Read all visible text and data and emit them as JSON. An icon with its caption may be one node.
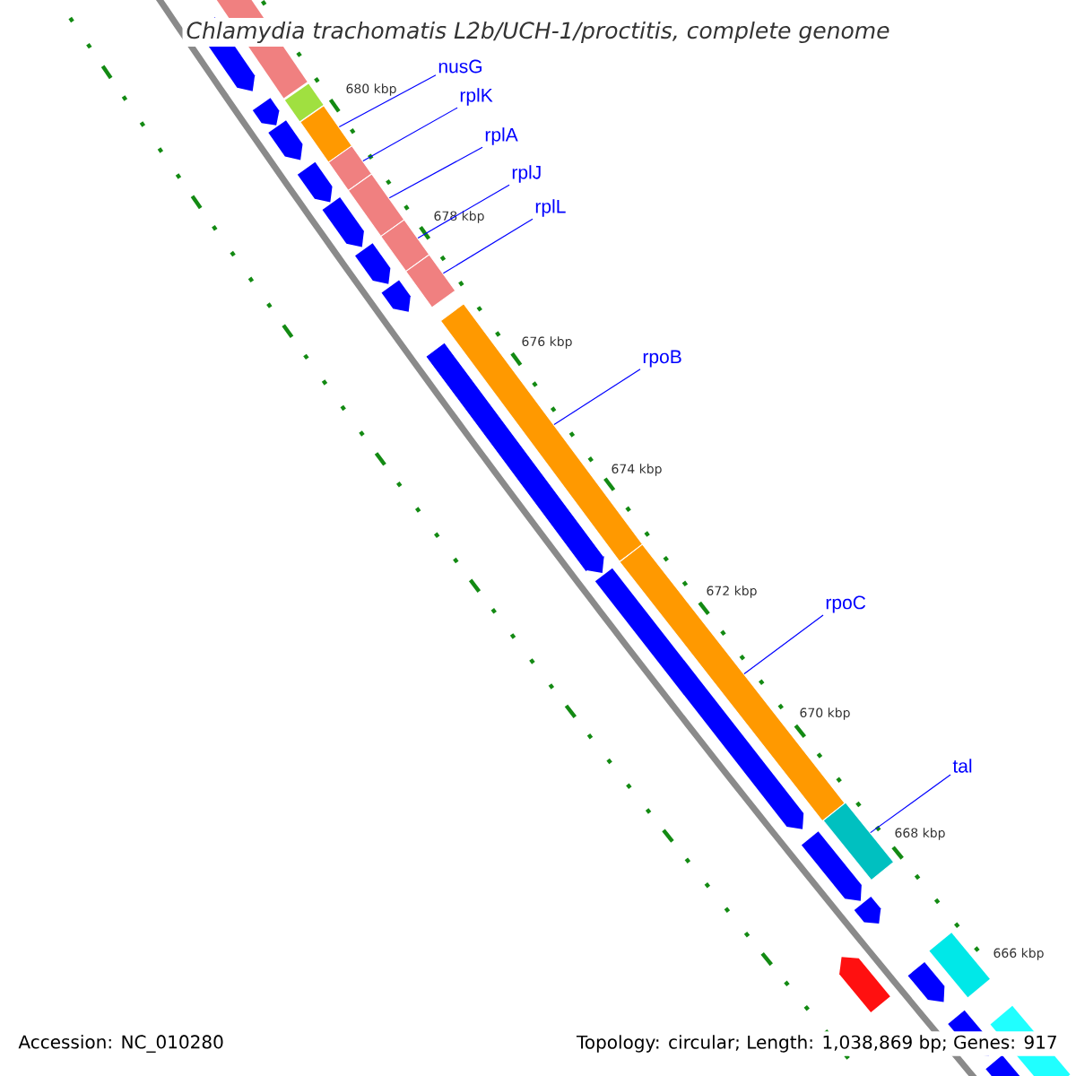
{
  "diagram": {
    "title": "Chlamydia trachomatis L2b/UCH-1/proctitis, complete genome",
    "nodes": [
      {
        "text": [
          "nusG"
        ]
      },
      {
        "text": [
          "rplK"
        ]
      },
      {
        "text": [
          "rplA"
        ]
      },
      {
        "text": [
          "rplJ"
        ]
      },
      {
        "text": [
          "rplL"
        ]
      },
      {
        "text": [
          "rpoB"
        ]
      },
      {
        "text": [
          "rpoC"
        ]
      },
      {
        "text": [
          "tal"
        ]
      },
      {
        "text": [],
        "shape": "bar"
      },
      {
        "text": [],
        "shape": "bar"
      },
      {
        "text": [],
        "shape": "bar"
      },
      {
        "text": [],
        "shape": "bar"
      },
      {
        "text": [],
        "shape": "bar"
      },
      {
        "text": [],
        "shape": "bar"
      },
      {
        "text": [],
        "shape": "bar"
      },
      {
        "text": [],
        "shape": "bar"
      },
      {
        "text": [],
        "shape": "bar"
      }
    ],
    "edges": [
      {
        "from": 0,
        "to": 8,
        "arrow": "none"
      },
      {
        "from": 1,
        "to": 9,
        "arrow": "none"
      },
      {
        "from": 2,
        "to": 10,
        "arrow": "none"
      },
      {
        "from": 3,
        "to": 11,
        "arrow": "none"
      },
      {
        "from": 4,
        "to": 12,
        "arrow": "none"
      },
      {
        "from": 5,
        "to": 13,
        "arrow": "none"
      },
      {
        "from": 6,
        "to": 14,
        "arrow": "none"
      },
      {
        "from": 7,
        "to": 15,
        "arrow": "none"
      }
    ],
    "labels": [
      "680 kbp",
      "678 kbp",
      "676 kbp",
      "674 kbp",
      "672 kbp",
      "670 kbp",
      "668 kbp",
      "666 kbp",
      "Accession: NC_010280",
      "Topology: circular; Length: 1,038,869 bp; Genes: 917"
    ]
  }
}
